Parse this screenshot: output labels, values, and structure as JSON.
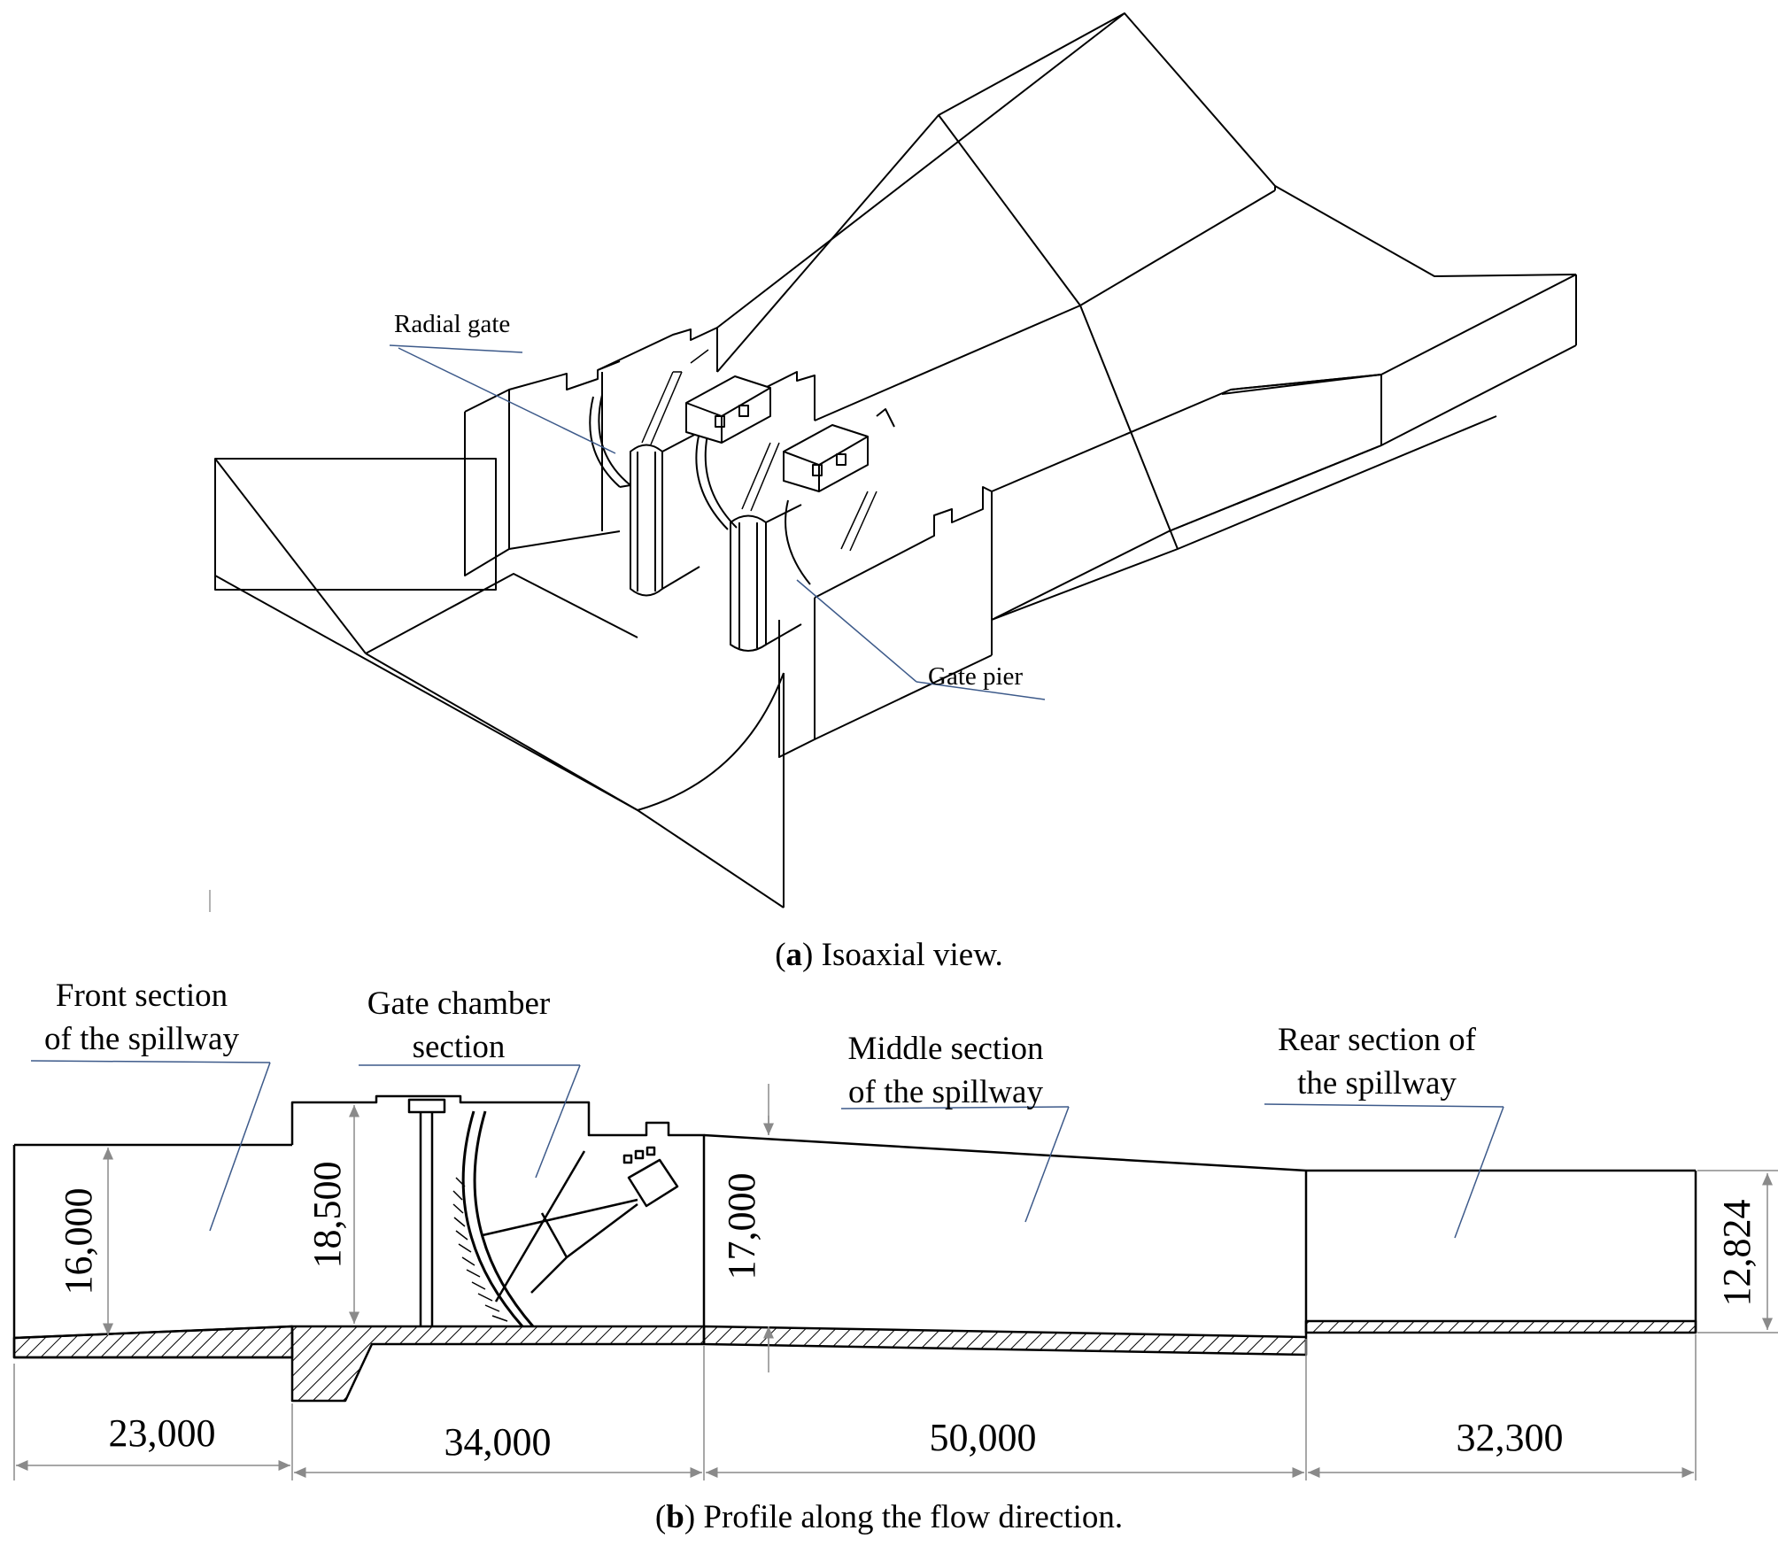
{
  "panel_a": {
    "labels": {
      "radial_gate": "Radial gate",
      "gate_pier": "Gate pier"
    },
    "caption": {
      "letter": "a",
      "text": " Isoaxial view."
    }
  },
  "panel_b": {
    "section_labels": {
      "front_line1": "Front section",
      "front_line2": "of the spillway",
      "gate_line1": "Gate chamber",
      "gate_line2": "section",
      "middle_line1": "Middle section",
      "middle_line2": "of the spillway",
      "rear_line1": "Rear section of",
      "rear_line2": "the spillway"
    },
    "heights": {
      "front": "16,000",
      "gate": "18,500",
      "middle": "17,000",
      "rear": "12,824"
    },
    "lengths": {
      "front": "23,000",
      "gate": "34,000",
      "middle": "50,000",
      "rear": "32,300"
    },
    "caption": {
      "letter": "b",
      "text": " Profile along the flow direction."
    }
  },
  "colors": {
    "line": "#000000",
    "leader": "#3d5a8a",
    "dimension": "#8a8a8a"
  }
}
